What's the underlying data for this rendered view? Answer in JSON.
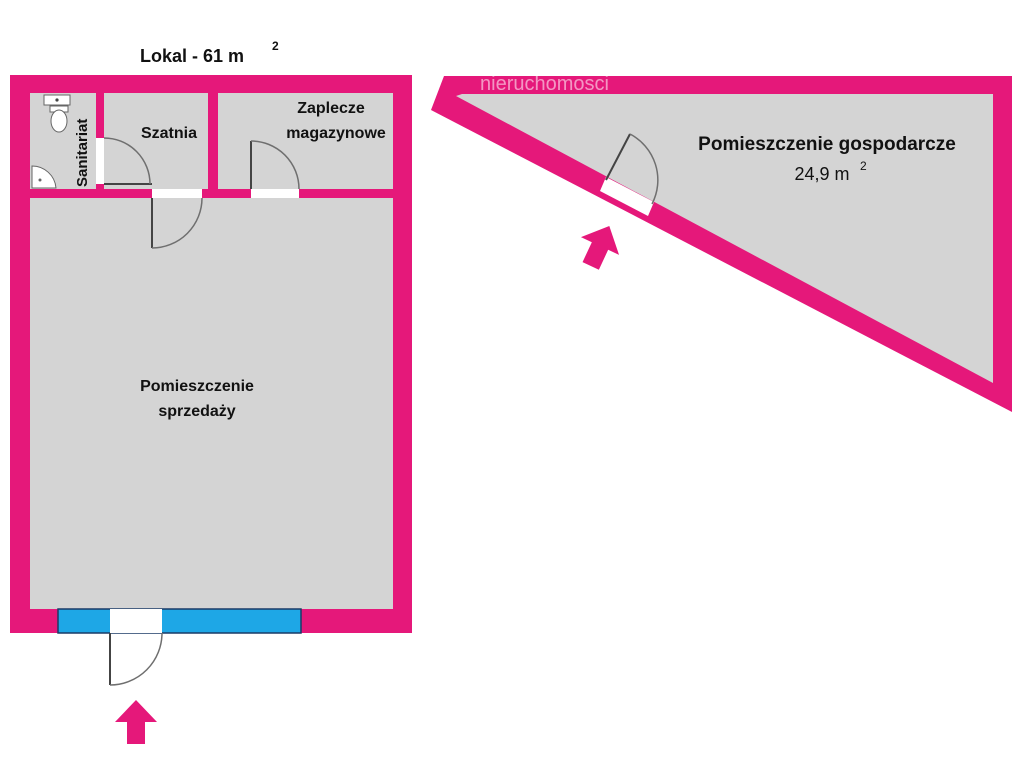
{
  "title": {
    "text": "Lokal  - 61 m",
    "sup": "2"
  },
  "watermark": "nieruchomosci",
  "rooms": {
    "sanitariat": "Sanitariat",
    "szatnia": "Szatnia",
    "zaplecze_line1": "Zaplecze",
    "zaplecze_line2": "magazynowe",
    "sprzedaz_line1": "Pomieszczenie",
    "sprzedaz_line2": "sprzedaży",
    "gospodarcze_name": "Pomieszczenie gospodarcze",
    "gospodarcze_area": "24,9 m",
    "gospodarcze_area_sup": "2"
  },
  "icons": {
    "entrance_arrow": "arrow-up-icon",
    "toilet": "toilet-icon",
    "sink": "sink-icon",
    "shower": "shower-icon",
    "door": "door-swing-icon"
  },
  "colors": {
    "wall": "#e5187a",
    "floor": "#d4d4d4",
    "window": "#1ea7e6",
    "door": "#ffffff",
    "door_line": "#6f6f6f"
  }
}
